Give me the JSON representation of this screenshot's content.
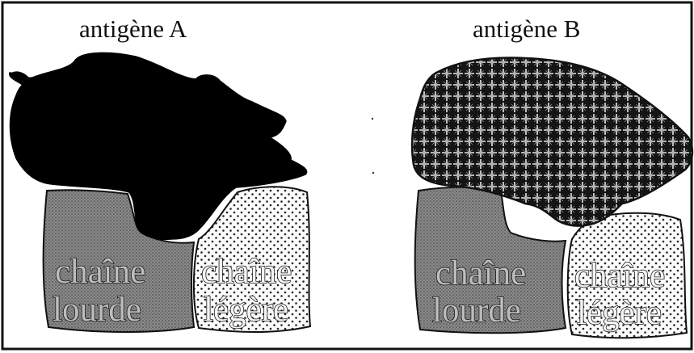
{
  "panel_a": {
    "title": "antigène A",
    "antigen_fill": "solid-black",
    "heavy_chain": {
      "line1": "chaîne",
      "line2": "lourde"
    },
    "light_chain": {
      "line1": "chaîne",
      "line2": "légère"
    }
  },
  "panel_b": {
    "title": "antigène B",
    "antigen_fill": "crosshatch-pattern",
    "heavy_chain": {
      "line1": "chaîne",
      "line2": "lourde"
    },
    "light_chain": {
      "line1": "chaîne",
      "line2": "légère"
    }
  },
  "colors": {
    "border": "#111111",
    "antigen_a": "#000000",
    "heavy_chain_fill": "#7a7a7a",
    "light_chain_fill": "#f2f2f2",
    "antigen_b_background": "#151515",
    "antigen_b_pattern": "#e6e6e6"
  }
}
